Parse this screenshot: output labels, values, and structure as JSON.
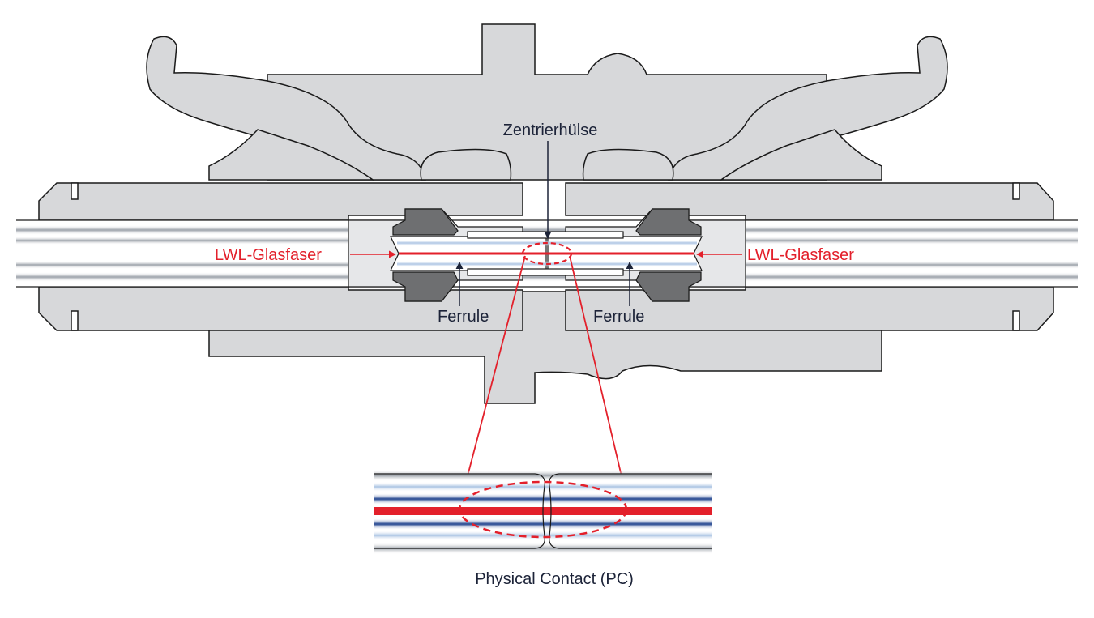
{
  "labels": {
    "zentrierhulse": "Zentrierhülse",
    "glasfaser_left": "LWL-Glasfaser",
    "glasfaser_right": "LWL-Glasfaser",
    "ferrule_left": "Ferrule",
    "ferrule_right": "Ferrule",
    "caption": "Physical Contact (PC)"
  },
  "colors": {
    "housing_fill": "#d7d8da",
    "outline": "#1a1a1a",
    "nut_fill": "#6e6f71",
    "fiber_red": "#e3202b",
    "cladding_blue": "#1b3f8b",
    "label_dark": "#1c2338",
    "background": "#ffffff"
  },
  "icons": {
    "arrow": "arrow-icon"
  }
}
